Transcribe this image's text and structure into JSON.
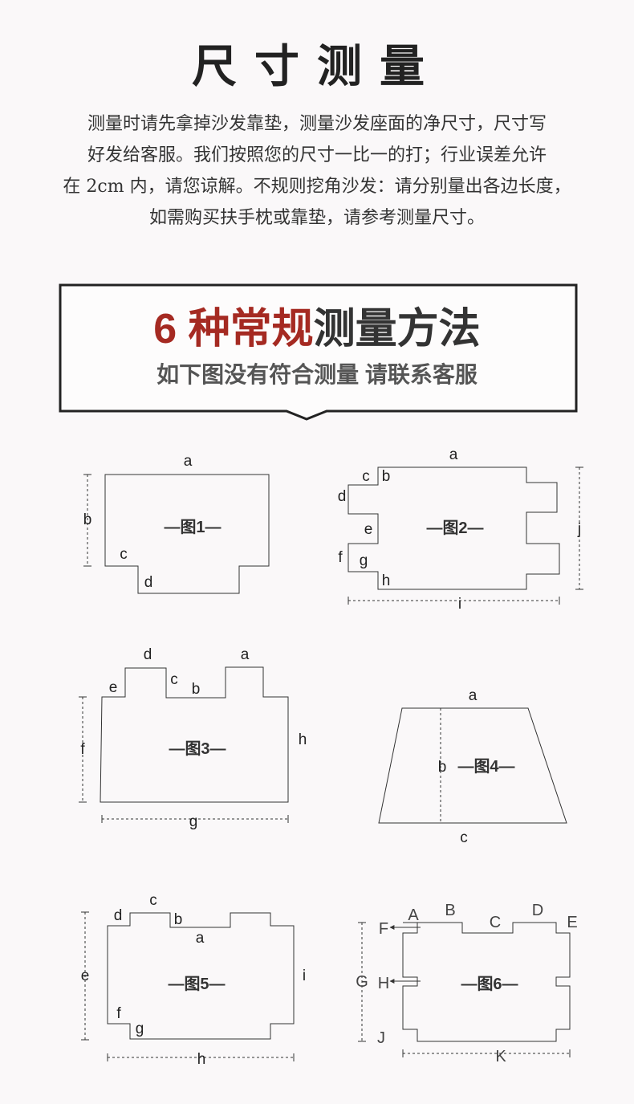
{
  "title": "尺寸测量",
  "intro": [
    "测量时请先拿掉沙发靠垫，测量沙发座面的净尺寸，尺寸写",
    "好发给客服。我们按照您的尺寸一比一的打；行业误差允许",
    "在 2cm 内，请您谅解。不规则挖角沙发：请分别量出各边长度，",
    "如需购买扶手枕或靠垫，请参考测量尺寸。"
  ],
  "banner": {
    "title_accent": "6 种常规",
    "title_rest": "测量方法",
    "subtitle": "如下图没有符合测量 请联系客服"
  },
  "figures": {
    "fig1": {
      "caption": "—图1—",
      "labels": {
        "a": "a",
        "b": "b",
        "c": "c",
        "d": "d"
      }
    },
    "fig2": {
      "caption": "—图2—",
      "labels": {
        "a": "a",
        "b": "b",
        "c": "c",
        "d": "d",
        "e": "e",
        "f": "f",
        "g": "g",
        "h": "h",
        "i": "i",
        "j": "j"
      }
    },
    "fig3": {
      "caption": "—图3—",
      "labels": {
        "a": "a",
        "b": "b",
        "c": "c",
        "d": "d",
        "e": "e",
        "f": "f",
        "g": "g",
        "h": "h"
      }
    },
    "fig4": {
      "caption": "—图4—",
      "labels": {
        "a": "a",
        "b": "b",
        "c": "c"
      }
    },
    "fig5": {
      "caption": "—图5—",
      "labels": {
        "a": "a",
        "b": "b",
        "c": "c",
        "d": "d",
        "e": "e",
        "f": "f",
        "g": "g",
        "h": "h",
        "i": "i"
      }
    },
    "fig6": {
      "caption": "—图6—",
      "labels": {
        "A": "A",
        "B": "B",
        "C": "C",
        "D": "D",
        "E": "E",
        "F": "F",
        "G": "G",
        "H": "H",
        "J": "J",
        "K": "K"
      }
    }
  }
}
